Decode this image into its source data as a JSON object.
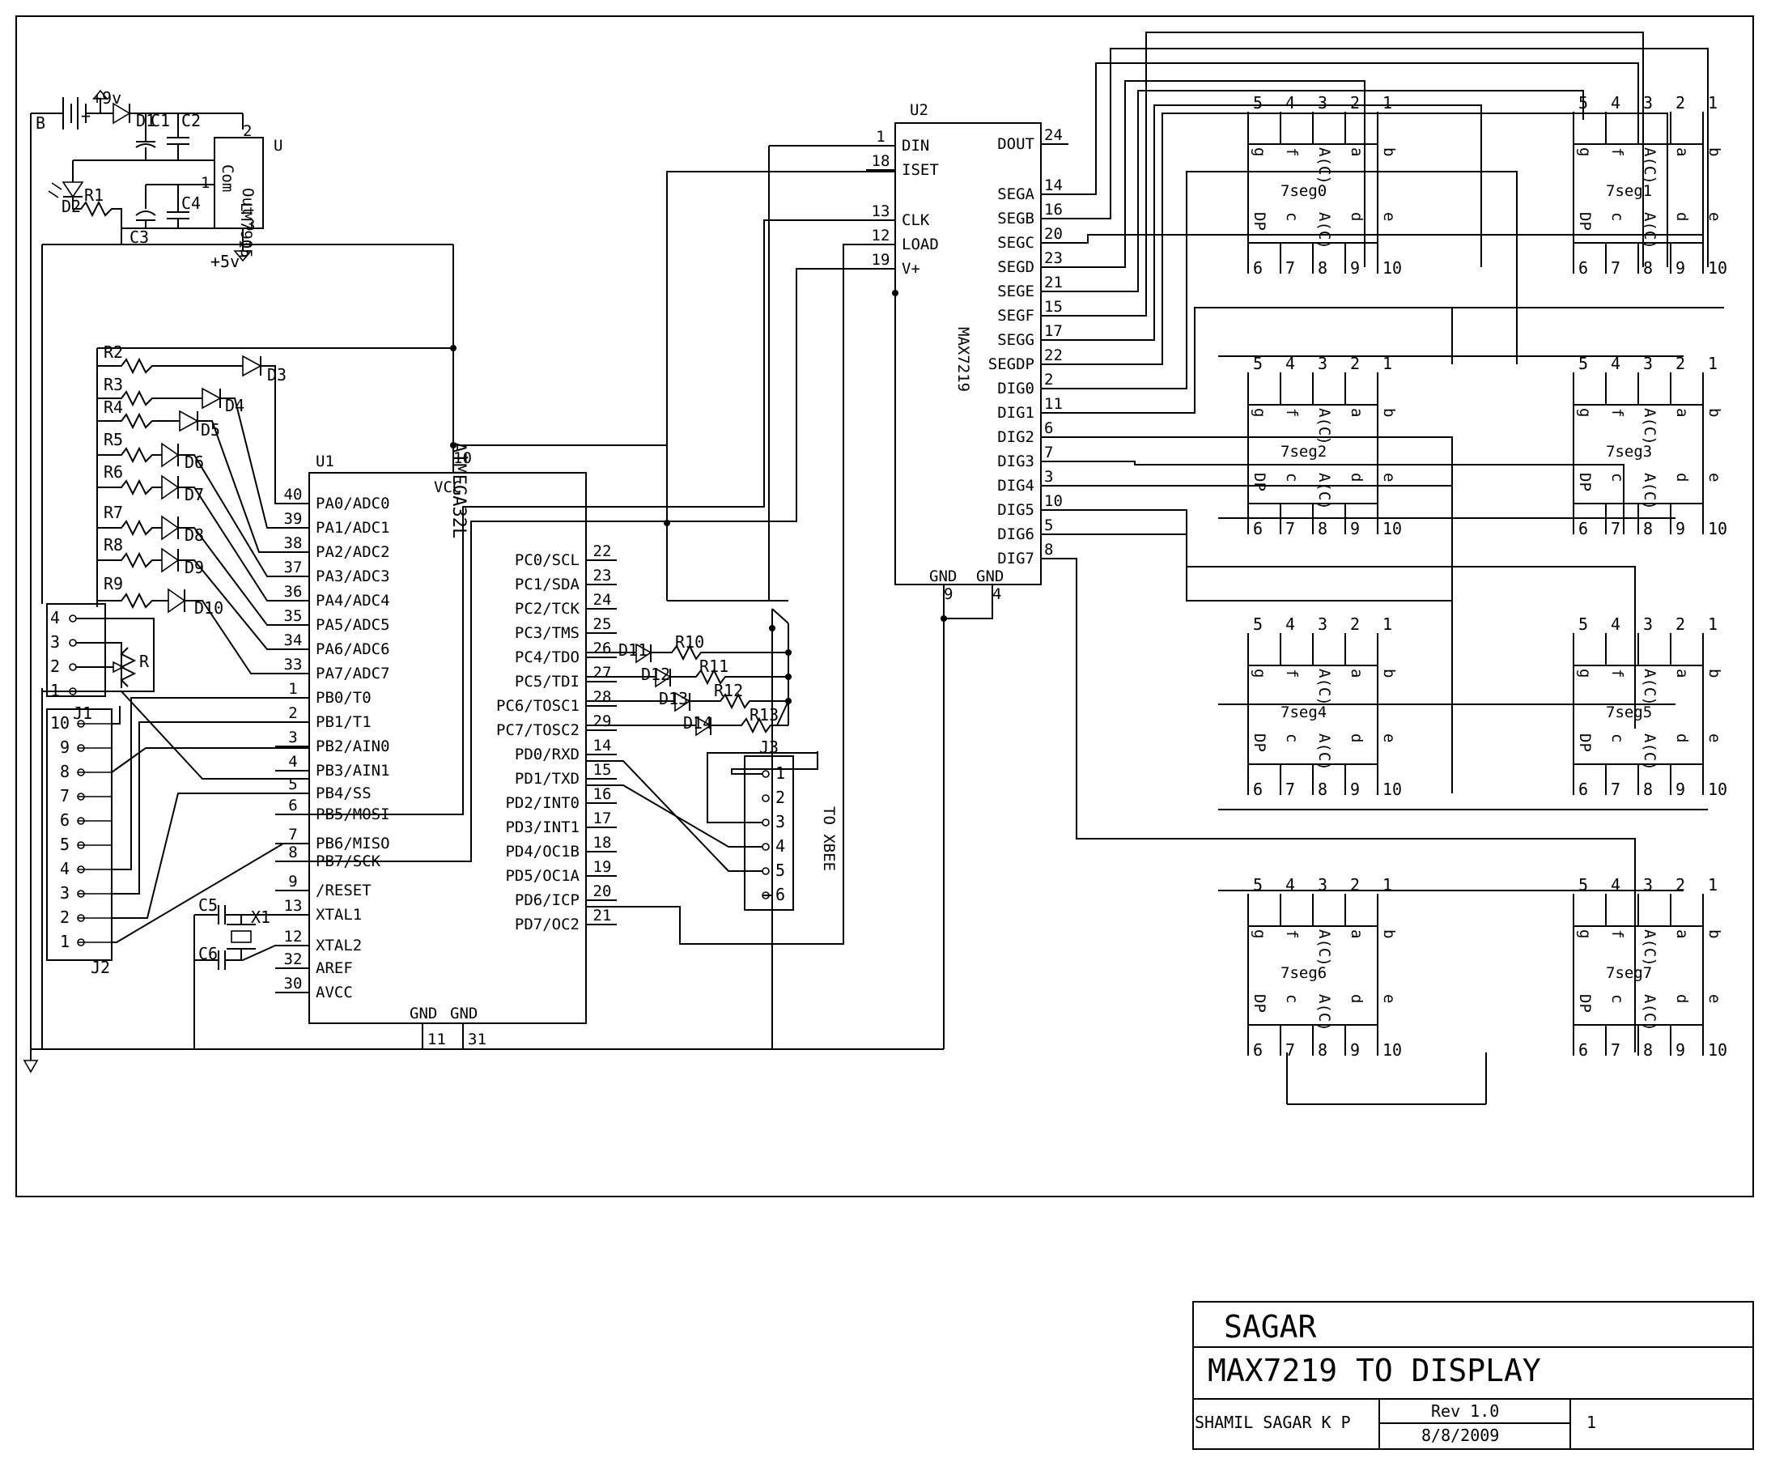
{
  "power": {
    "battery_label": "B",
    "plus_sign": "+",
    "vin_label": "+9v",
    "vout_label": "+5v"
  },
  "regulator": {
    "ref": "U",
    "part": "LM7905",
    "pin_in": "In",
    "pin_com": "Com",
    "pin_out": "Out",
    "pins": [
      "2",
      "1",
      "3"
    ]
  },
  "passives": {
    "c1": "C1",
    "c2": "C2",
    "c3": "C3",
    "c4": "C4",
    "c5": "C5",
    "c6": "C6",
    "d1": "D1",
    "d2": "D2",
    "r1": "R1",
    "r": "R",
    "x1": "X1"
  },
  "led_bank": [
    {
      "r": "R2",
      "d": "D3"
    },
    {
      "r": "R3",
      "d": "D4"
    },
    {
      "r": "R4",
      "d": "D5"
    },
    {
      "r": "R5",
      "d": "D6"
    },
    {
      "r": "R6",
      "d": "D7"
    },
    {
      "r": "R7",
      "d": "D8"
    },
    {
      "r": "R8",
      "d": "D9"
    },
    {
      "r": "R9",
      "d": "D10"
    }
  ],
  "pc_leds": [
    {
      "d": "D11",
      "r": "R10"
    },
    {
      "d": "D12",
      "r": "R11"
    },
    {
      "d": "D13",
      "r": "R12"
    },
    {
      "d": "D14",
      "r": "R13"
    }
  ],
  "j1": {
    "ref": "J1",
    "pins": [
      "4",
      "3",
      "2",
      "1"
    ]
  },
  "j2": {
    "ref": "J2",
    "pins": [
      "10",
      "9",
      "8",
      "7",
      "6",
      "5",
      "4",
      "3",
      "2",
      "1"
    ]
  },
  "u1": {
    "ref": "U1",
    "part": "ATMEGA32L",
    "vcc": "VCC",
    "vcc_pin": "10",
    "gnd_labels": [
      "GND",
      "GND"
    ],
    "gnd_pins": [
      "11",
      "31"
    ],
    "left_pins": [
      {
        "num": "40",
        "name": "PA0/ADC0"
      },
      {
        "num": "39",
        "name": "PA1/ADC1"
      },
      {
        "num": "38",
        "name": "PA2/ADC2"
      },
      {
        "num": "37",
        "name": "PA3/ADC3"
      },
      {
        "num": "36",
        "name": "PA4/ADC4"
      },
      {
        "num": "35",
        "name": "PA5/ADC5"
      },
      {
        "num": "34",
        "name": "PA6/ADC6"
      },
      {
        "num": "33",
        "name": "PA7/ADC7"
      },
      {
        "num": "1",
        "name": "PB0/T0"
      },
      {
        "num": "2",
        "name": "PB1/T1"
      },
      {
        "num": "3",
        "name": "PB2/AIN0"
      },
      {
        "num": "4",
        "name": "PB3/AIN1"
      },
      {
        "num": "5",
        "name": "PB4/SS"
      },
      {
        "num": "6",
        "name": "PB5/MOSI"
      },
      {
        "num": "7",
        "name": "PB6/MISO"
      },
      {
        "num": "8",
        "name": "PB7/SCK"
      },
      {
        "num": "9",
        "name": "/RESET"
      },
      {
        "num": "13",
        "name": "XTAL1"
      },
      {
        "num": "12",
        "name": "XTAL2"
      },
      {
        "num": "32",
        "name": "AREF"
      },
      {
        "num": "30",
        "name": "AVCC"
      }
    ],
    "right_pins": [
      {
        "num": "22",
        "name": "PC0/SCL"
      },
      {
        "num": "23",
        "name": "PC1/SDA"
      },
      {
        "num": "24",
        "name": "PC2/TCK"
      },
      {
        "num": "25",
        "name": "PC3/TMS"
      },
      {
        "num": "26",
        "name": "PC4/TDO"
      },
      {
        "num": "27",
        "name": "PC5/TDI"
      },
      {
        "num": "28",
        "name": "PC6/TOSC1"
      },
      {
        "num": "29",
        "name": "PC7/TOSC2"
      },
      {
        "num": "14",
        "name": "PD0/RXD"
      },
      {
        "num": "15",
        "name": "PD1/TXD"
      },
      {
        "num": "16",
        "name": "PD2/INT0"
      },
      {
        "num": "17",
        "name": "PD3/INT1"
      },
      {
        "num": "18",
        "name": "PD4/OC1B"
      },
      {
        "num": "19",
        "name": "PD5/OC1A"
      },
      {
        "num": "20",
        "name": "PD6/ICP"
      },
      {
        "num": "21",
        "name": "PD7/OC2"
      }
    ]
  },
  "u2": {
    "ref": "U2",
    "part": "MAX7219",
    "gnd_labels": [
      "GND",
      "GND"
    ],
    "gnd_pins": [
      "9",
      "4"
    ],
    "left_pins": [
      {
        "num": "1",
        "name": "DIN"
      },
      {
        "num": "18",
        "name": "ISET"
      },
      {
        "num": "13",
        "name": "CLK"
      },
      {
        "num": "12",
        "name": "LOAD"
      },
      {
        "num": "19",
        "name": "V+"
      }
    ],
    "right_pins": [
      {
        "num": "24",
        "name": "DOUT"
      },
      {
        "num": "14",
        "name": "SEGA"
      },
      {
        "num": "16",
        "name": "SEGB"
      },
      {
        "num": "20",
        "name": "SEGC"
      },
      {
        "num": "23",
        "name": "SEGD"
      },
      {
        "num": "21",
        "name": "SEGE"
      },
      {
        "num": "15",
        "name": "SEGF"
      },
      {
        "num": "17",
        "name": "SEGG"
      },
      {
        "num": "22",
        "name": "SEGDP"
      },
      {
        "num": "2",
        "name": "DIG0"
      },
      {
        "num": "11",
        "name": "DIG1"
      },
      {
        "num": "6",
        "name": "DIG2"
      },
      {
        "num": "7",
        "name": "DIG3"
      },
      {
        "num": "3",
        "name": "DIG4"
      },
      {
        "num": "10",
        "name": "DIG5"
      },
      {
        "num": "5",
        "name": "DIG6"
      },
      {
        "num": "8",
        "name": "DIG7"
      }
    ]
  },
  "j3": {
    "ref": "J3",
    "label": "TO XBEE",
    "pins": [
      "1",
      "2",
      "3",
      "4",
      "5",
      "6"
    ]
  },
  "displays": {
    "names": [
      "7seg0",
      "7seg1",
      "7seg2",
      "7seg3",
      "7seg4",
      "7seg5",
      "7seg6",
      "7seg7"
    ],
    "top_pins": [
      "5",
      "4",
      "3",
      "2",
      "1"
    ],
    "bottom_pins": [
      "6",
      "7",
      "8",
      "9",
      "10"
    ],
    "inner_top": [
      "g",
      "f",
      "A(C)",
      "a",
      "b"
    ],
    "inner_bottom": [
      "DP",
      "c",
      "A(C)",
      "d",
      "e"
    ]
  },
  "title_block": {
    "author": "SAGAR",
    "title": "MAX7219 TO DISPLAY",
    "designer": "SHAMIL SAGAR K P",
    "rev": "Rev 1.0",
    "date": "8/8/2009",
    "sheet": "1"
  }
}
